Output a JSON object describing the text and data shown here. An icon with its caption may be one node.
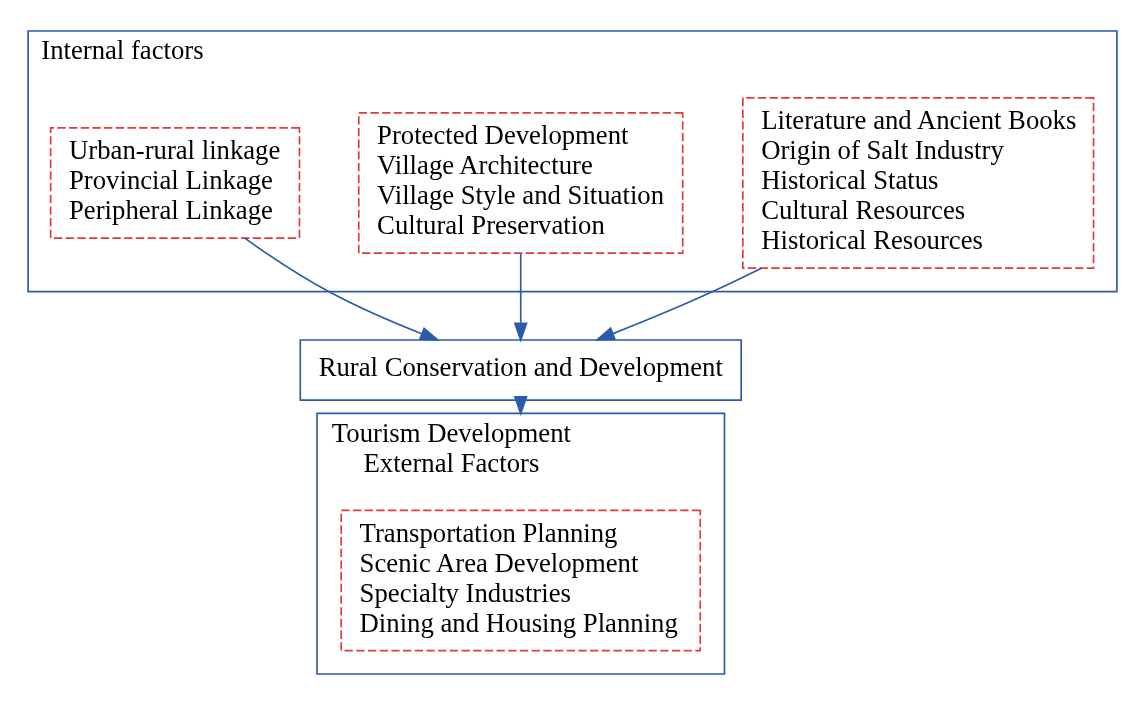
{
  "diagram": {
    "nodes": [
      {
        "text": [
          "Internal factors"
        ]
      },
      {
        "text": [
          "Literature and Ancient Books",
          "Origin of Salt Industry",
          "Historical Status",
          "Cultural Resources",
          "Historical Resources"
        ],
        "in": 0
      },
      {
        "text": [
          "Protected Development",
          "Village Architecture",
          "Village Style and Situation",
          "Cultural Preservation"
        ],
        "in": 0
      },
      {
        "text": [
          "Urban-rural linkage",
          "Provincial Linkage",
          "Peripheral Linkage"
        ],
        "in": 0
      },
      {
        "text": [
          "Rural Conservation and Development"
        ]
      },
      {
        "text": [
          "Tourism Development",
          "External Factors"
        ]
      },
      {
        "text": [
          "Transportation Planning",
          "Scenic Area Development",
          "Specialty Industries",
          "Dining and Housing Planning"
        ],
        "in": 5
      }
    ],
    "edges": [
      {
        "from": 1,
        "to": 4,
        "arrow": "to"
      },
      {
        "from": 2,
        "to": 4,
        "arrow": "to"
      },
      {
        "from": 3,
        "to": 4,
        "arrow": "to"
      },
      {
        "from": 4,
        "to": 5,
        "arrow": "to"
      }
    ]
  }
}
